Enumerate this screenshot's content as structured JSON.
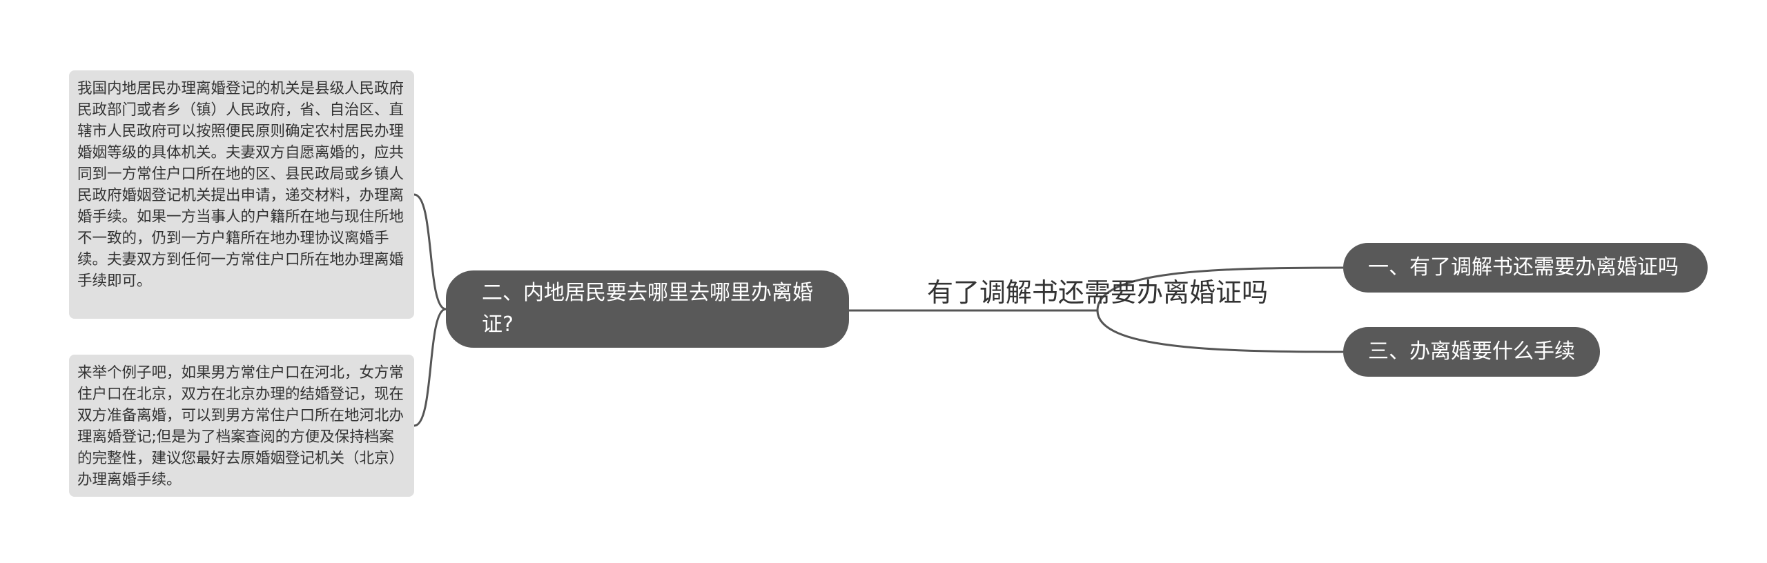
{
  "central_topic": "有了调解书还需要办离婚证吗",
  "topics": {
    "main_left": "二、内地居民要去哪里去哪里办离婚证?",
    "right_1": "一、有了调解书还需要办离婚证吗",
    "right_2": "三、办离婚要什么手续"
  },
  "notes": [
    "我国内地居民办理离婚登记的机关是县级人民政府民政部门或者乡（镇）人民政府，省、自治区、直辖市人民政府可以按照便民原则确定农村居民办理婚姻等级的具体机关。夫妻双方自愿离婚的，应共同到一方常住户口所在地的区、县民政局或乡镇人民政府婚姻登记机关提出申请，递交材料，办理离婚手续。如果一方当事人的户籍所在地与现住所地不一致的，仍到一方户籍所在地办理协议离婚手续。夫妻双方到任何一方常住户口所在地办理离婚手续即可。",
    "来举个例子吧，如果男方常住户口在河北，女方常住户口在北京，双方在北京办理的结婚登记，现在双方准备离婚，可以到男方常住户口所在地河北办理离婚登记;但是为了档案查阅的方便及保持档案的完整性，建议您最好去原婚姻登记机关（北京）办理离婚手续。"
  ],
  "colors": {
    "topic_fill": "#595959",
    "topic_text": "#ffffff",
    "note_fill": "#e0e0e0",
    "note_text": "#333333",
    "connector": "#555555",
    "central_text": "#333333"
  }
}
